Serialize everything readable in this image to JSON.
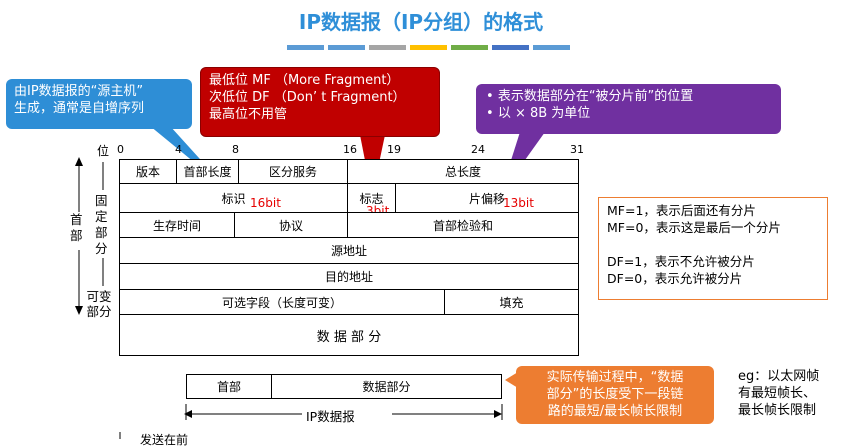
{
  "title": "IP数据报（IP分组）的格式",
  "title_bar_colors": [
    "#5b9bd5",
    "#5b9bd5",
    "#a5a5a5",
    "#ffc000",
    "#70ad47",
    "#4472c4",
    "#5b9bd5"
  ],
  "callouts": {
    "blue": [
      "由IP数据报的“源主机”",
      "生成，通常是自增序列"
    ],
    "red": [
      "最低位 MF （More Fragment）",
      "次低位 DF （Don’ t Fragment）",
      "最高位不用管"
    ],
    "purple": [
      "表示数据部分在“被分片前”的位置",
      "以 × 8B 为单位"
    ],
    "orange": [
      "实际传输过程中，“数据",
      "部分”的长度受下一段链",
      "路的最短/最长帧长限制"
    ]
  },
  "bit_ruler": {
    "label": "位",
    "ticks": [
      "0",
      "4",
      "8",
      "16",
      "19",
      "24",
      "31"
    ]
  },
  "side_labels": {
    "header": "首部",
    "fixed": "固定部分",
    "variable": "可变部分"
  },
  "fields": {
    "version": "版本",
    "ihl": "首部长度",
    "tos": "区分服务",
    "total_length": "总长度",
    "identification": "标识",
    "flags": "标志",
    "fragment_offset": "片偏移",
    "ttl": "生存时间",
    "protocol": "协议",
    "checksum": "首部检验和",
    "src": "源地址",
    "dst": "目的地址",
    "options": "可选字段（长度可变）",
    "padding": "填充",
    "data": "数 据 部 分"
  },
  "bit_annotations": {
    "identification": "16bit",
    "flags": "3bit",
    "fragment_offset": "13bit"
  },
  "notes": [
    "MF=1，表示后面还有分片",
    "MF=0，表示这是最后一个分片",
    "DF=1，表示不允许被分片",
    "DF=0，表示允许被分片"
  ],
  "bottom": {
    "header": "首部",
    "data": "数据部分",
    "packet": "IP数据报",
    "truncated": "发送在前"
  },
  "eg": [
    "eg：以太网帧",
    "有最短帧长、",
    "最长帧长限制"
  ]
}
